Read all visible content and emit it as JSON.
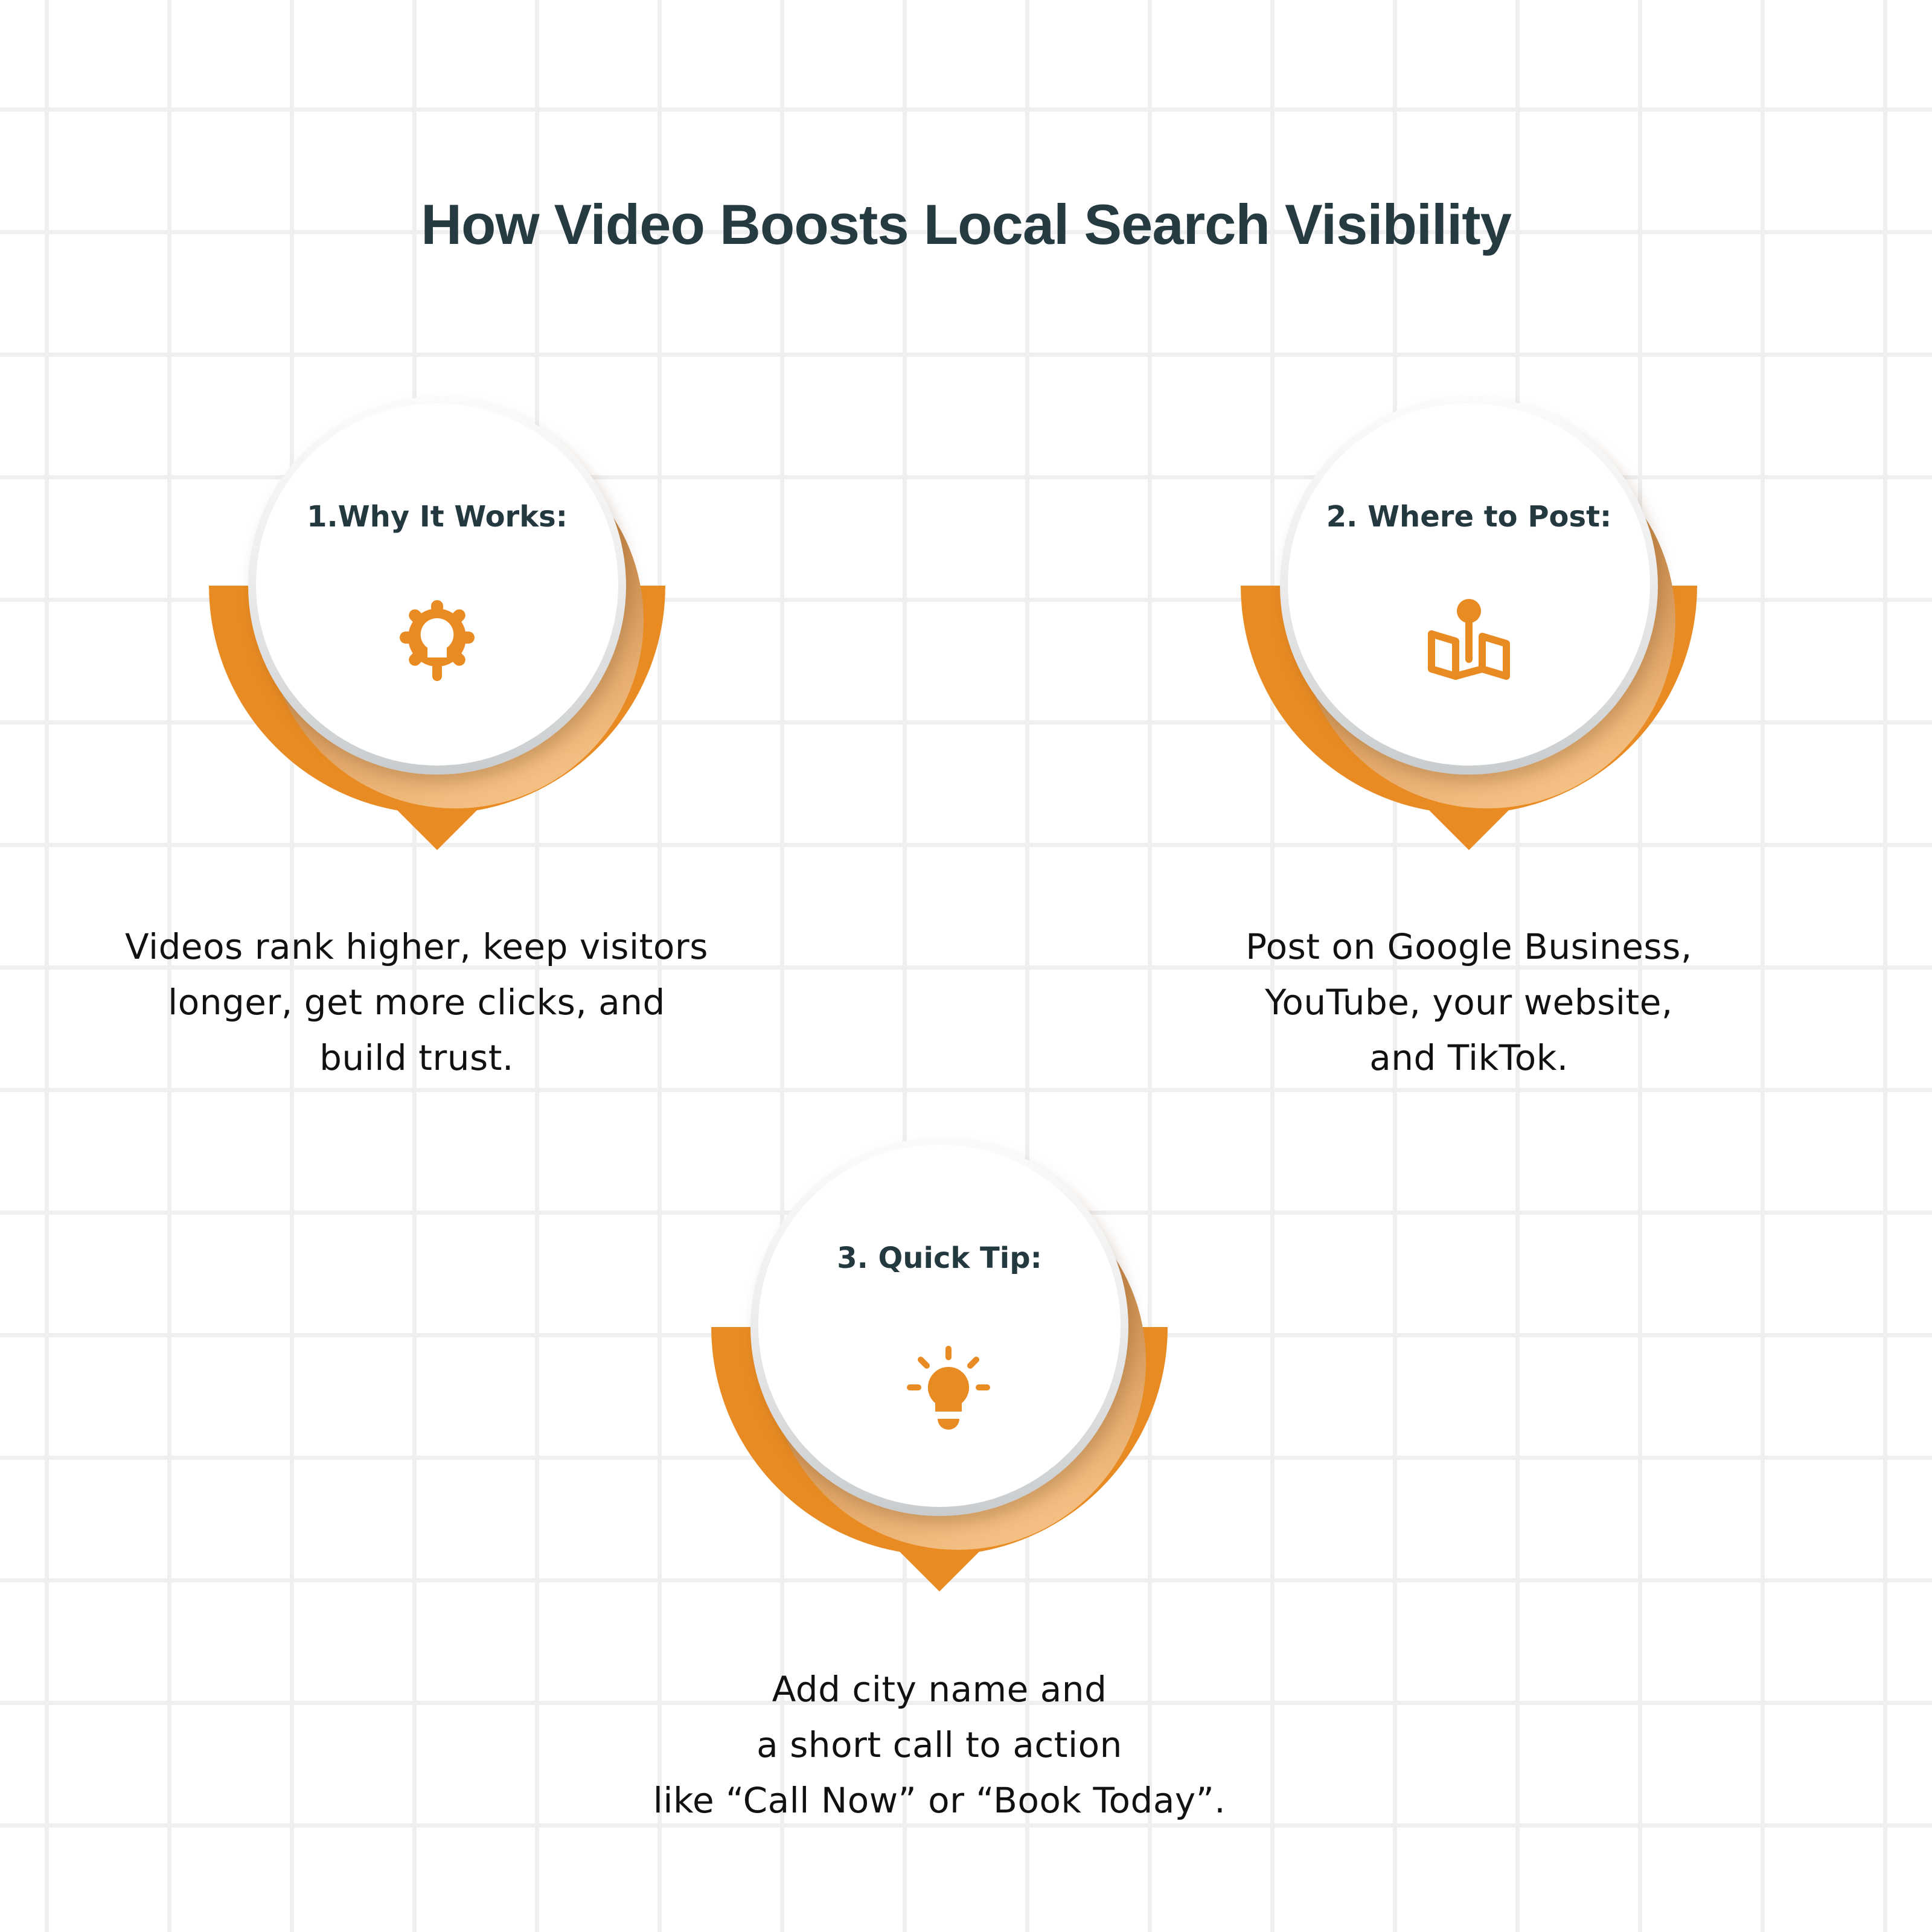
{
  "title": "How Video Boosts Local Search Visibility",
  "colors": {
    "accent_orange": "#e98b23",
    "heading_dark": "#243840",
    "title_dark": "#263a42",
    "body_text": "#111111",
    "grid_line": "#efefef",
    "background": "#ffffff"
  },
  "cards": [
    {
      "heading": "1.Why It Works:",
      "icon": "gear-lightbulb-icon",
      "body": "Videos rank higher, keep visitors\nlonger, get more clicks, and\nbuild trust."
    },
    {
      "heading": "2. Where to Post:",
      "icon": "map-pin-icon",
      "body": "Post on Google Business,\n YouTube, your website,\nand TikTok."
    },
    {
      "heading": "3. Quick Tip:",
      "icon": "lightbulb-icon",
      "body": "Add city name and\na short call to action\nlike “Call Now” or “Book Today”."
    }
  ]
}
